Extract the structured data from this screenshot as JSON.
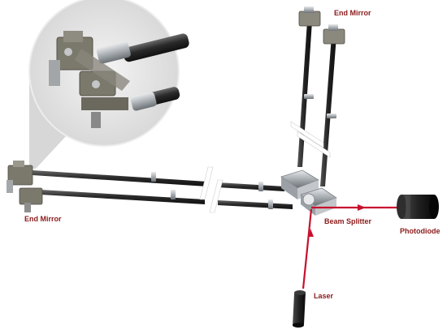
{
  "labels": {
    "end_mirror_top": "End Mirror",
    "end_mirror_left": "End Mirror",
    "beam_splitter": "Beam Splitter",
    "photodiode": "Photodiode",
    "laser": "Laser"
  },
  "colors": {
    "label": "#8b1a1a",
    "laser_beam": "#c8102e",
    "arm_tube": "#2b2b2b",
    "mount_metal": "#9aa0a6"
  }
}
